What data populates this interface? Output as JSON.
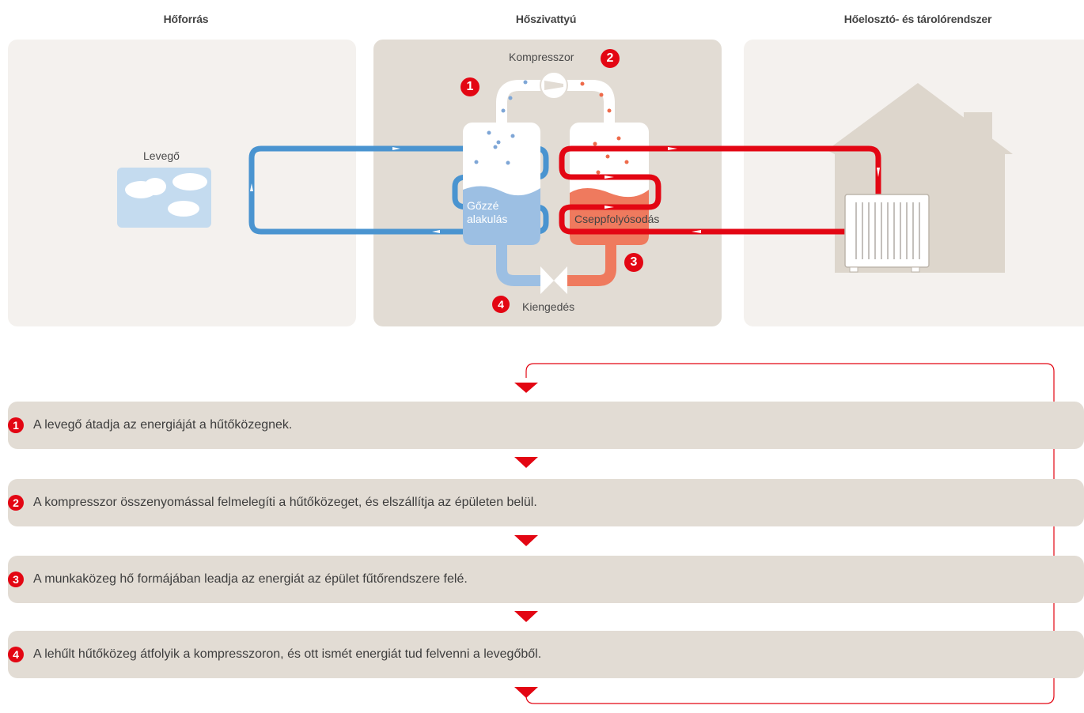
{
  "columns": {
    "source": "Hőforrás",
    "pump": "Hőszivattyú",
    "distribution": "Hőelosztó- és tárolórendszer"
  },
  "labels": {
    "air": "Levegő",
    "compressor": "Kompresszor",
    "evaporation_line1": "Gőzzé",
    "evaporation_line2": "alakulás",
    "condensation": "Cseppfolyósodás",
    "expansion": "Kiengedés"
  },
  "badges": [
    "1",
    "2",
    "3",
    "4"
  ],
  "steps": [
    {
      "number": "1",
      "text": "A levegő átadja az energiáját a hűtőközegnek."
    },
    {
      "number": "2",
      "text": "A kompresszor összenyomással felmelegíti a hűtőközeget, és elszállítja az épületen belül."
    },
    {
      "number": "3",
      "text": "A munkaközeg hő formájában leadja az energiát az épület fűtőrendszere felé."
    },
    {
      "number": "4",
      "text": "A lehűlt hűtőközeg átfolyik a kompresszoron, és ott ismét energiát tud felvenni a levegőből."
    }
  ],
  "colors": {
    "accent_red": "#e30613",
    "cold_blue": "#4a94d0",
    "light_blue": "#9cbfe3",
    "salmon": "#ef7a5e",
    "panel_beige": "#e2dcd4",
    "panel_light": "#f4f1ee"
  }
}
